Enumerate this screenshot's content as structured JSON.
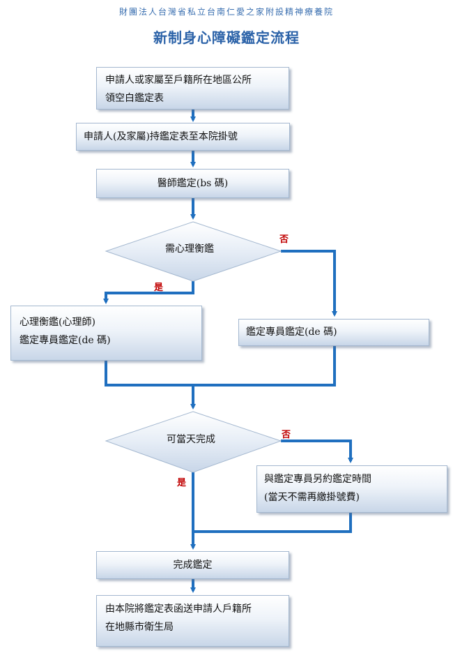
{
  "header": {
    "organization": "財團法人台灣省私立台南仁愛之家附設精神療養院",
    "title": "新制身心障礙鑑定流程"
  },
  "steps": {
    "s1": {
      "line1": "申請人或家屬至戶籍所在地區公所",
      "line2": "領空白鑑定表"
    },
    "s2": {
      "text": "申請人(及家屬)持鑑定表至本院掛號"
    },
    "s3": {
      "text": "醫師鑑定(bs 碼)"
    },
    "d1": {
      "text": "需心理衡鑑"
    },
    "s4": {
      "line1": "心理衡鑑(心理師)",
      "line2": "鑑定專員鑑定(de 碼)"
    },
    "s5": {
      "text": "鑑定專員鑑定(de 碼)"
    },
    "d2": {
      "text": "可當天完成"
    },
    "s6": {
      "line1": "與鑑定專員另約鑑定時間",
      "line2": "(當天不需再繳掛號費)"
    },
    "s7": {
      "text": "完成鑑定"
    },
    "s8": {
      "line1": "由本院將鑑定表函送申請人戶籍所",
      "line2": "在地縣市衛生局"
    }
  },
  "edge_labels": {
    "d1_no": "否",
    "d1_yes": "是",
    "d2_no": "否",
    "d2_yes": "是"
  },
  "colors": {
    "connector": "#1f6fbf",
    "diamond_fill": "#dce6f2",
    "yes_no_label": "#c00000",
    "title": "#2b62a8"
  }
}
